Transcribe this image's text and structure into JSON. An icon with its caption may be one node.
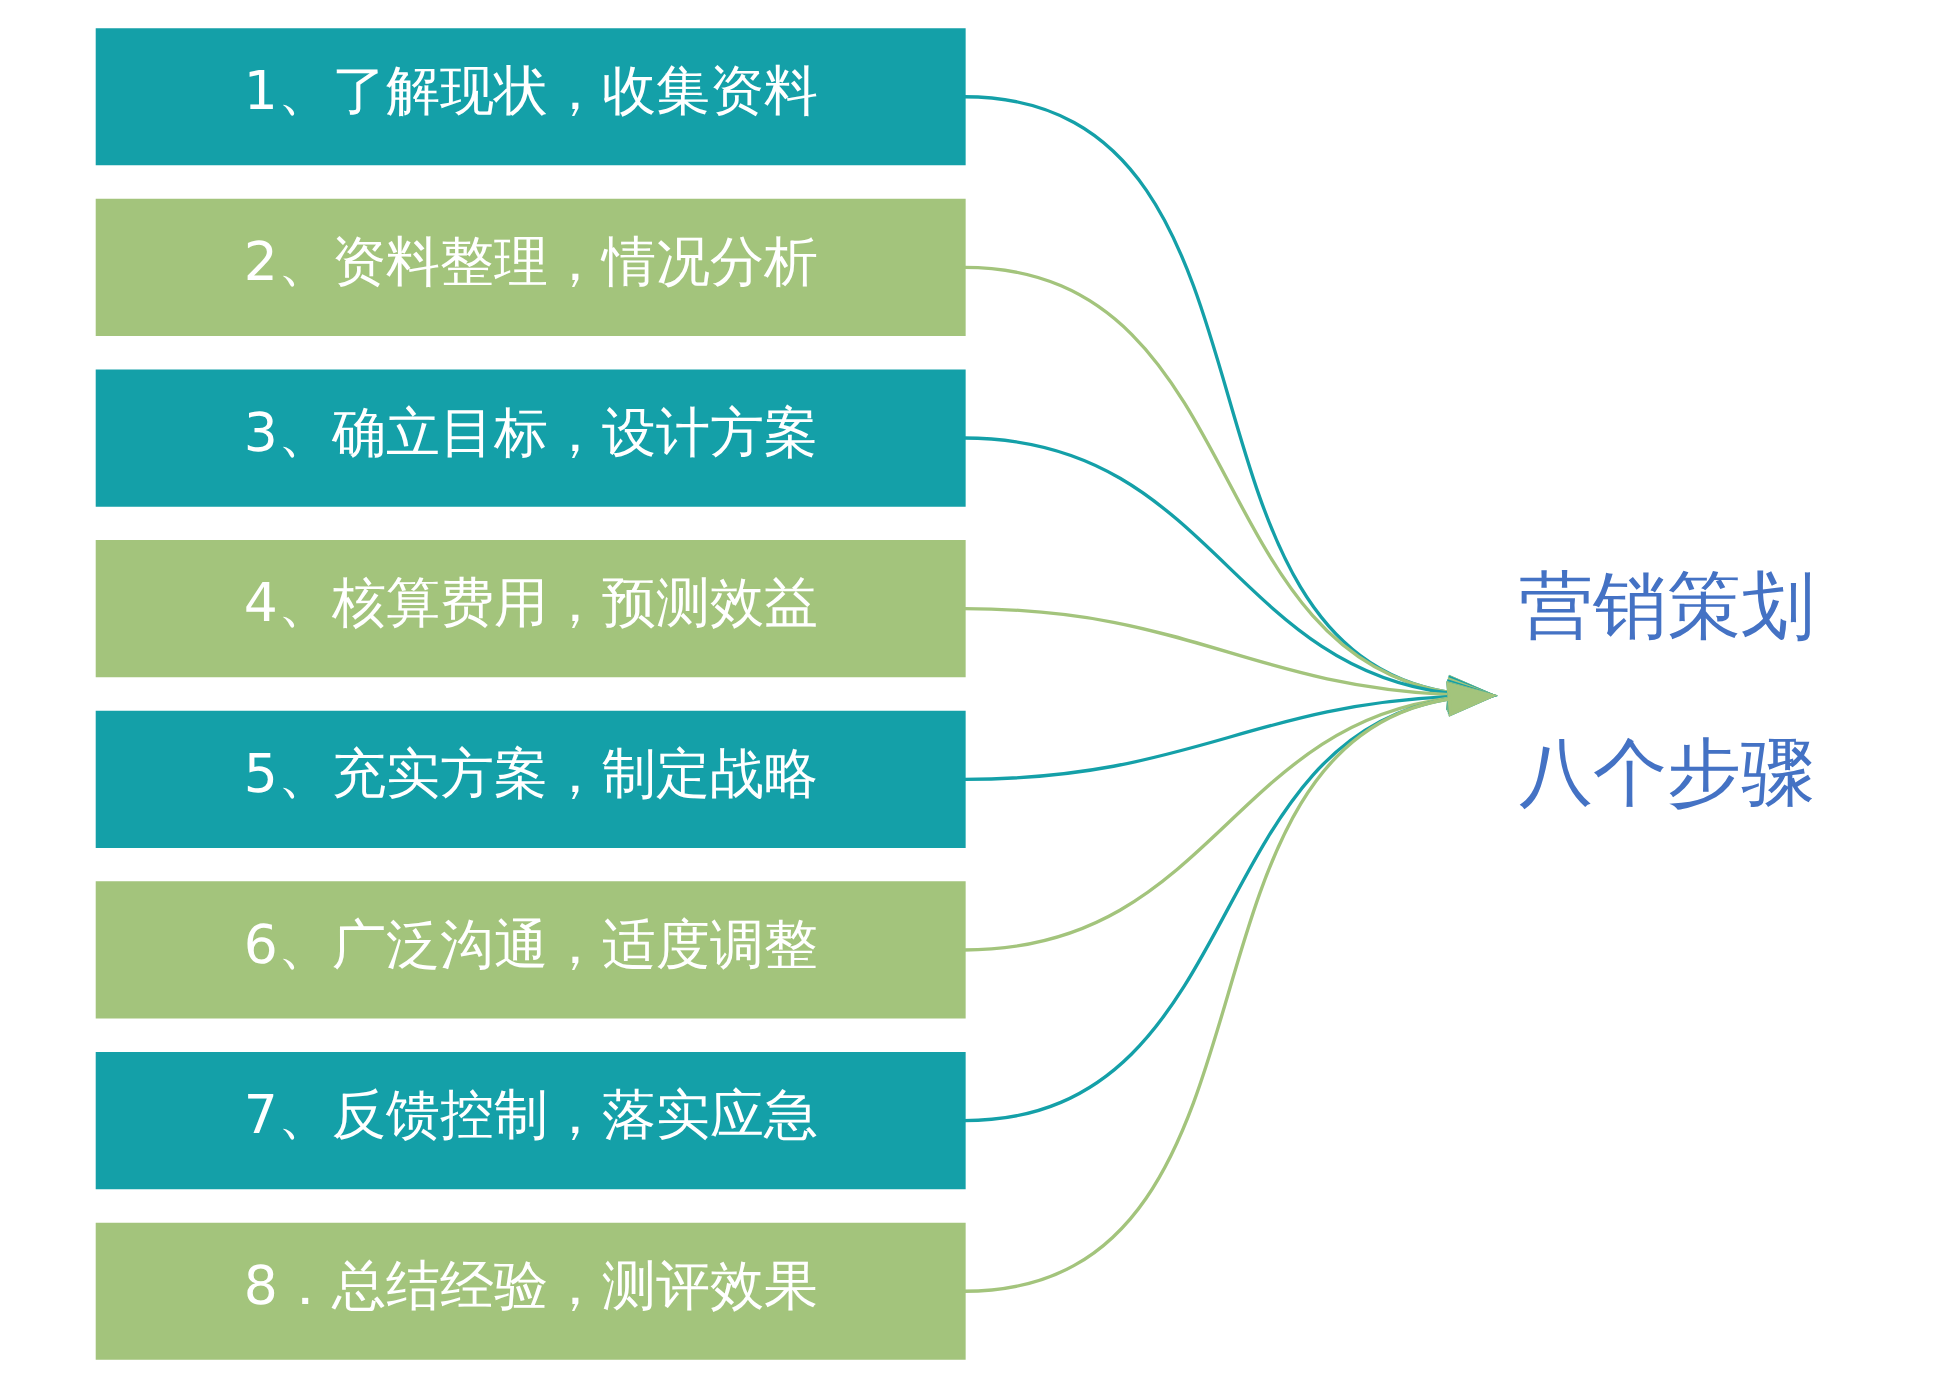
{
  "diagram": {
    "nodes": [
      {
        "text": [
          "1、了解现状，收集资料"
        ]
      },
      {
        "text": [
          "2、资料整理，情况分析"
        ]
      },
      {
        "text": [
          "3、确立目标，设计方案"
        ]
      },
      {
        "text": [
          "4、核算费用，预测效益"
        ]
      },
      {
        "text": [
          "5、充实方案，制定战略"
        ]
      },
      {
        "text": [
          "6、广泛沟通，适度调整"
        ]
      },
      {
        "text": [
          "7、反馈控制，落实应急"
        ]
      },
      {
        "text": [
          "8．总结经验，测评效果"
        ]
      },
      {
        "text": [
          "营销策划",
          "八个步骤"
        ]
      }
    ],
    "edges": [
      {
        "from": 0,
        "to": 8,
        "arrow": "to",
        "color": "#14a0a8"
      },
      {
        "from": 1,
        "to": 8,
        "arrow": "to",
        "color": "#a3c47c"
      },
      {
        "from": 2,
        "to": 8,
        "arrow": "to",
        "color": "#14a0a8"
      },
      {
        "from": 3,
        "to": 8,
        "arrow": "to",
        "color": "#a3c47c"
      },
      {
        "from": 4,
        "to": 8,
        "arrow": "to",
        "color": "#14a0a8"
      },
      {
        "from": 5,
        "to": 8,
        "arrow": "to",
        "color": "#a3c47c"
      },
      {
        "from": 6,
        "to": 8,
        "arrow": "to",
        "color": "#14a0a8"
      },
      {
        "from": 7,
        "to": 8,
        "arrow": "to",
        "color": "#a3c47c"
      }
    ]
  }
}
